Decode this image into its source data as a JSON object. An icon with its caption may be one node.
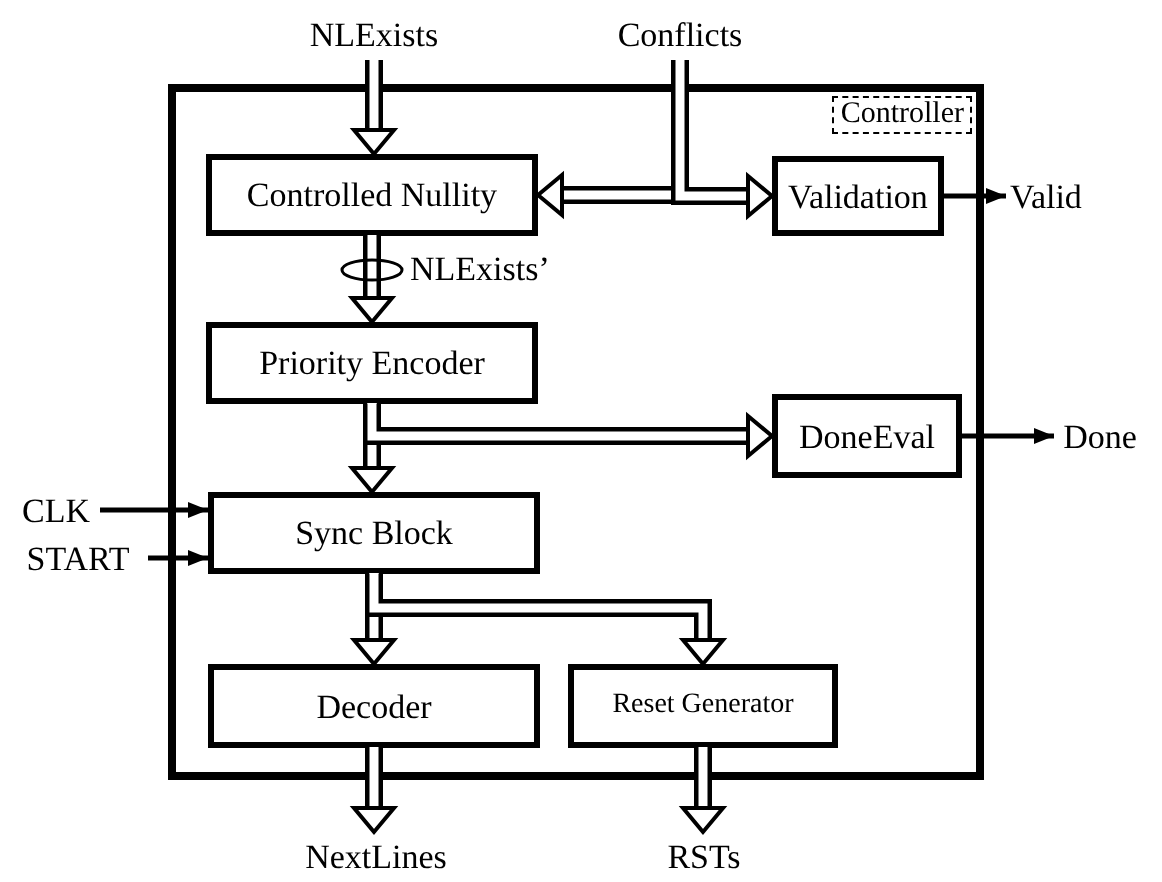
{
  "diagram": {
    "nodes": [
      {
        "text": [
          "Controller"
        ]
      },
      {
        "text": [
          "Controlled Nullity"
        ],
        "in": 0
      },
      {
        "text": [
          "Validation"
        ],
        "in": 0
      },
      {
        "text": [
          "Priority Encoder"
        ],
        "in": 0
      },
      {
        "text": [
          "DoneEval"
        ],
        "in": 0
      },
      {
        "text": [
          "Sync Block"
        ],
        "in": 0
      },
      {
        "text": [
          "Decoder"
        ],
        "in": 0
      },
      {
        "text": [
          "Reset Generator"
        ],
        "in": 0
      },
      {
        "text": [
          "NLExists"
        ]
      },
      {
        "text": [
          "Conflicts"
        ]
      },
      {
        "text": [
          "Valid"
        ]
      },
      {
        "text": [
          "Done"
        ]
      },
      {
        "text": [
          "CLK"
        ]
      },
      {
        "text": [
          "START"
        ]
      },
      {
        "text": [
          "NextLines"
        ]
      },
      {
        "text": [
          "RSTs"
        ]
      }
    ],
    "edges": [
      {
        "from": 8,
        "to": 1,
        "arrow": "to"
      },
      {
        "from": 9,
        "to": 1,
        "arrow": "to"
      },
      {
        "from": 9,
        "to": 2,
        "arrow": "to"
      },
      {
        "from": 2,
        "to": 10,
        "arrow": "to",
        "color": "#000000"
      },
      {
        "from": 1,
        "to": 3,
        "arrow": "to",
        "label": "NLExists’"
      },
      {
        "from": 3,
        "to": 5,
        "arrow": "to"
      },
      {
        "from": 3,
        "to": 4,
        "arrow": "to"
      },
      {
        "from": 4,
        "to": 11,
        "arrow": "to",
        "color": "#000000"
      },
      {
        "from": 12,
        "to": 5,
        "arrow": "to",
        "color": "#000000"
      },
      {
        "from": 13,
        "to": 5,
        "arrow": "to",
        "color": "#000000"
      },
      {
        "from": 5,
        "to": 6,
        "arrow": "to"
      },
      {
        "from": 5,
        "to": 7,
        "arrow": "to"
      },
      {
        "from": 6,
        "to": 14,
        "arrow": "to"
      },
      {
        "from": 7,
        "to": 15,
        "arrow": "to"
      }
    ]
  }
}
